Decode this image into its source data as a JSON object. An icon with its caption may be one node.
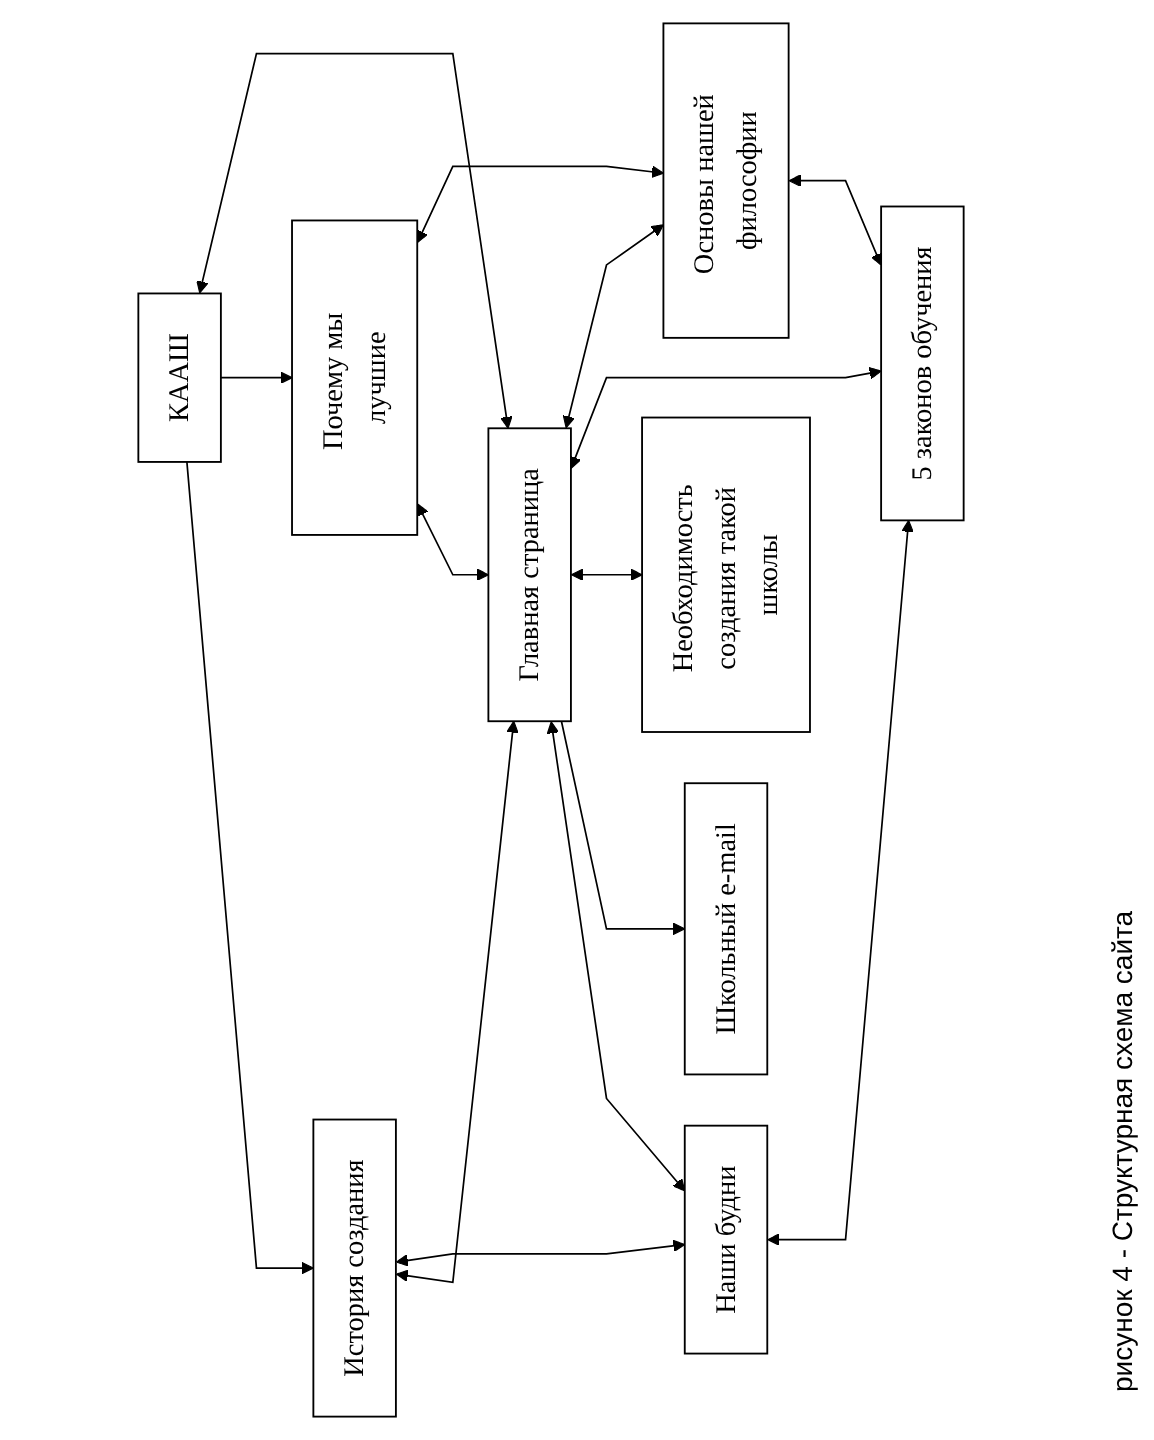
{
  "diagram": {
    "caption": "рисунок 4 - Структурная схема сайта",
    "nodes": [
      {
        "text": [
          "История создания"
        ]
      },
      {
        "text": [
          "КААШ"
        ]
      },
      {
        "text": [
          "Почему мы лучшие"
        ]
      },
      {
        "text": [
          "Наши будни"
        ]
      },
      {
        "text": [
          "Главная страница"
        ]
      },
      {
        "text": [
          "Школьный e-mail"
        ]
      },
      {
        "text": [
          "5 законов обучения"
        ]
      },
      {
        "text": [
          "Необходимость создания такой школы"
        ]
      },
      {
        "text": [
          "Основы нашей философии"
        ]
      }
    ],
    "edges": [
      {
        "from": 1,
        "to": 0,
        "arrow": "to"
      },
      {
        "from": 1,
        "to": 2,
        "arrow": "to"
      },
      {
        "from": 1,
        "to": 4,
        "arrow": "both"
      },
      {
        "from": 0,
        "to": 4,
        "arrow": "both"
      },
      {
        "from": 2,
        "to": 4,
        "arrow": "both"
      },
      {
        "from": 2,
        "to": 8,
        "arrow": "both"
      },
      {
        "from": 4,
        "to": 3,
        "arrow": "both"
      },
      {
        "from": 4,
        "to": 5,
        "arrow": "to"
      },
      {
        "from": 4,
        "to": 7,
        "arrow": "both"
      },
      {
        "from": 4,
        "to": 6,
        "arrow": "both"
      },
      {
        "from": 4,
        "to": 8,
        "arrow": "both"
      },
      {
        "from": 0,
        "to": 3,
        "arrow": "both"
      },
      {
        "from": 3,
        "to": 6,
        "arrow": "both"
      },
      {
        "from": 8,
        "to": 6,
        "arrow": "both"
      }
    ]
  }
}
